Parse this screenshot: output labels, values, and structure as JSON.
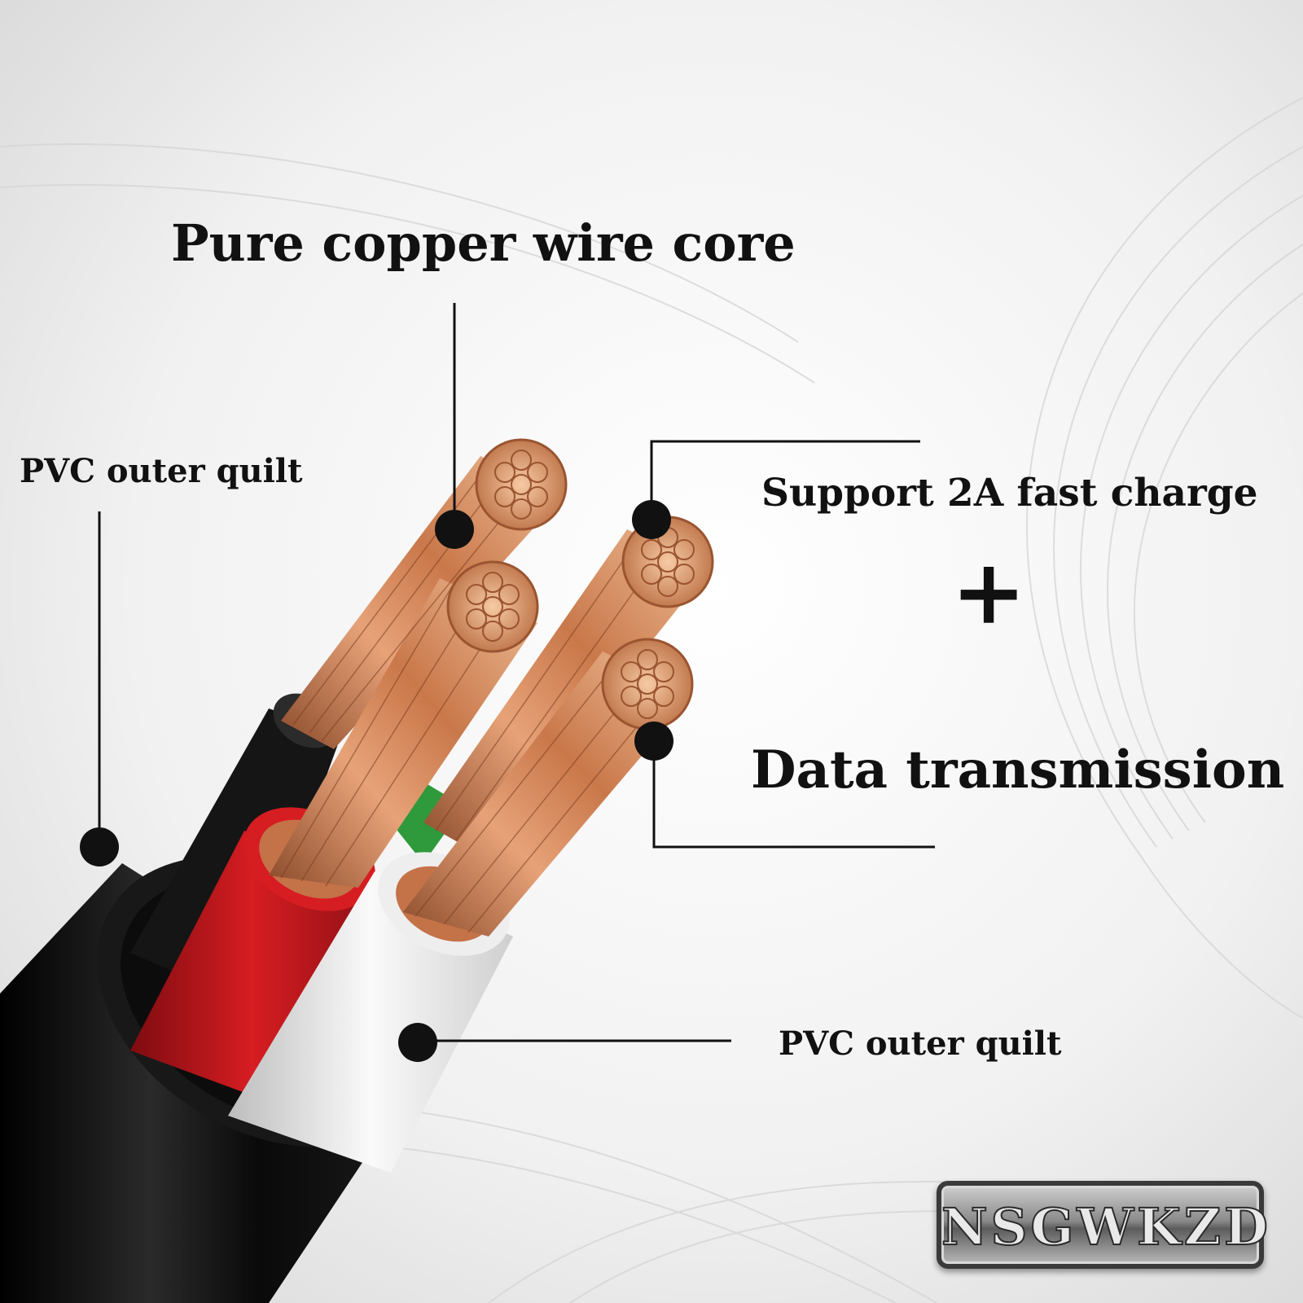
{
  "labels": {
    "title": "Pure copper wire core",
    "pvc_left": "PVC outer quilt",
    "support": "Support 2A fast charge",
    "plus": "+",
    "data": "Data transmission",
    "pvc_bottom": "PVC outer quilt"
  },
  "brand": "NSGWKZD",
  "colors": {
    "background": "#f2f2f2",
    "copper": "#d98b5a",
    "jacket": "#111111",
    "red_insulation": "#c8161b",
    "white_insulation": "#efefef",
    "green_insulation": "#2e9a3c",
    "callout": "#111111"
  }
}
